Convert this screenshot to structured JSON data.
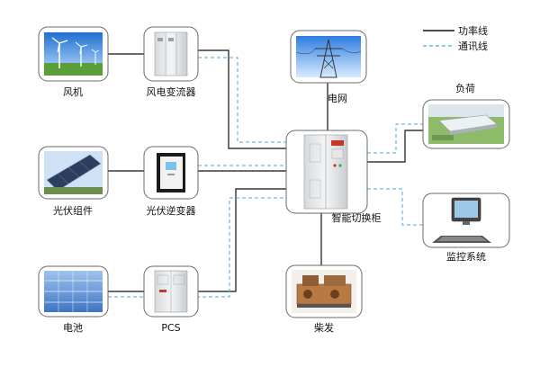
{
  "legend": {
    "power_line": "功率线",
    "comm_line": "通讯线",
    "power_color": "#111111",
    "comm_color": "#44aadd"
  },
  "nodes": {
    "wind_turbine": {
      "label": "风机",
      "icon": "wind-turbine-icon"
    },
    "wind_converter": {
      "label": "风电变流器",
      "icon": "cabinet-icon"
    },
    "grid": {
      "label": "电网",
      "icon": "power-tower-icon"
    },
    "load": {
      "label": "负荷",
      "icon": "building-icon"
    },
    "pv_module": {
      "label": "光伏组件",
      "icon": "solar-panel-icon"
    },
    "pv_inverter": {
      "label": "光伏逆变器",
      "icon": "inverter-icon"
    },
    "switch_cabinet": {
      "label": "智能切换柜",
      "icon": "switch-cabinet-icon"
    },
    "monitor": {
      "label": "监控系统",
      "icon": "computer-icon"
    },
    "battery": {
      "label": "电池",
      "icon": "battery-icon"
    },
    "pcs": {
      "label": "PCS",
      "icon": "pcs-cabinet-icon"
    },
    "diesel": {
      "label": "柴发",
      "icon": "diesel-generator-icon"
    }
  }
}
